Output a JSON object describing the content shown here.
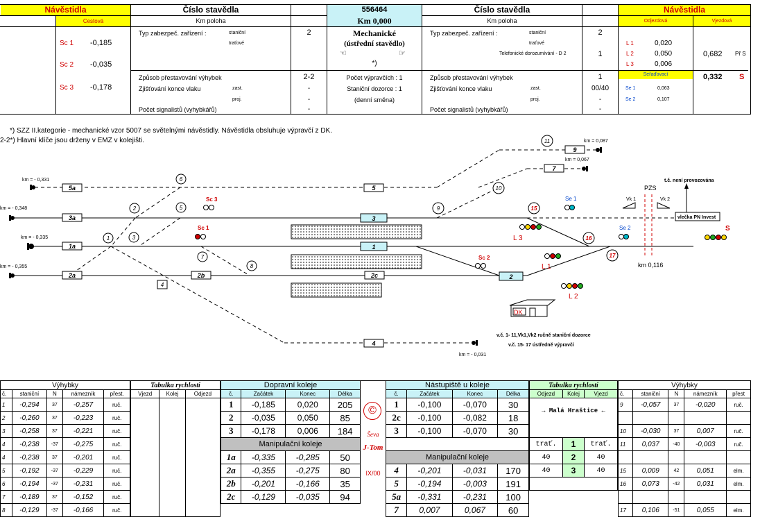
{
  "header": {
    "left_signals_title": "Návěstidla",
    "left_signals_sub": "Cestová",
    "station_no_title": "Číslo stavědla",
    "km_position": "Km poloha",
    "station_code": "556464",
    "station_km": "Km 0,000",
    "right_station_no_title": "Číslo stavědla",
    "right_km_position": "Km poloha",
    "right_signals_title": "Návěstidla",
    "right_departure": "Odjezdová",
    "right_entry": "Vjezdová",
    "right_shunting": "Seřaďovací",
    "left_signals": [
      {
        "name": "Sc 1",
        "km": "-0,185"
      },
      {
        "name": "Sc 2",
        "km": "-0,035"
      },
      {
        "name": "Sc 3",
        "km": "-0,178"
      }
    ],
    "security_label": "Typ zabezpeč.  zařízení :",
    "security_station": "staniční",
    "security_track": "traťové",
    "security_value": "2",
    "mech_title": "Mechanické",
    "mech_sub": "(ústřední stavědlo)",
    "mech_star": "*)",
    "switch_method": "Způsob  přestavování  výhybek",
    "switch_method_value": "2-2",
    "train_end": "Zjišťování  konce  vlaku",
    "train_end_zast": "zast.",
    "train_end_proj": "proj.",
    "train_end_val1": "-",
    "train_end_val2": "-",
    "signalmen": "Počet  signalistů  (vyhybkářů)",
    "signalmen_value": "-",
    "dispatchers": "Počet výpravčích  :  1",
    "station_supervision": "Staniční dozorce  :  1",
    "day_shift": "(denní směna)",
    "r_security_label": "Typ  zabezpeč.  zařízení :",
    "r_security_station": "staniční",
    "r_security_track": "traťové",
    "r_security_value": "2",
    "r_phone": "Telefonické dorozumívání - D 2",
    "r_phone_value": "1",
    "r_switch_method": "Způsob  přestavování  výhybek",
    "r_switch_value": "1",
    "r_train_end": "Zjišťování  konce  vlaku",
    "r_train_end_zast": "zast.",
    "r_train_end_proj": "proj.",
    "r_train_end_val1": "00/40",
    "r_train_end_val2": "-",
    "r_signalmen": "Počet  signalistů  (vyhybkářů)",
    "r_signalmen_value": "-",
    "departure_signals": [
      {
        "name": "L 1",
        "km": "0,020"
      },
      {
        "name": "L 2",
        "km": "0,050"
      },
      {
        "name": "L 3",
        "km": "0,006"
      }
    ],
    "entry_km": "0,682",
    "entry_name": "Př S",
    "shunt_signals": [
      {
        "name": "Se 1",
        "km": "0,063"
      },
      {
        "name": "Se 2",
        "km": "0,107"
      }
    ],
    "shunt_km": "0,332",
    "shunt_name": "S"
  },
  "notes": {
    "note1": "*)  SZZ II.kategorie - mechanické vzor 5007 se světelnými návěstidly. Návěstidla obsluhuje výpravčí z DK.",
    "note2": "2-2*)  Hlavní klíče jsou drženy v EMZ v kolejišti."
  },
  "diagram": {
    "track_labels": [
      "5a",
      "5",
      "3a",
      "3",
      "1a",
      "1",
      "2a",
      "2b",
      "2c",
      "2",
      "4",
      "7",
      "9"
    ],
    "switch_numbers": [
      "1",
      "2",
      "3",
      "4",
      "5",
      "6",
      "7",
      "8",
      "9",
      "10",
      "11",
      "15",
      "16",
      "17"
    ],
    "km_labels": {
      "k331": "km = - 0,331",
      "k348": "km = - 0,348",
      "k335": "km = - 0,335",
      "k355": "km = - 0,355",
      "k087": "km = 0,087",
      "k067": "km = 0,067",
      "k031": "km = - 0,031",
      "k116": "km 0,116"
    },
    "signals": {
      "sc1": "Sc 1",
      "sc2": "Sc 2",
      "sc3": "Sc 3",
      "se1": "Se 1",
      "se2": "Se 2",
      "l1": "L 1",
      "l2": "L 2",
      "l3": "L 3",
      "s": "S",
      "vk1": "Vk 1",
      "vk2": "Vk 2"
    },
    "pzs": "PZS",
    "not_operated": "t.č. není provozována",
    "siding": "vlečka PN Invest",
    "dk": "DK",
    "caption1": "v.č. 1- 11,Vk1,Vk2 ručně staniční dozorce",
    "caption2": "v.č. 15- 17 ústředně výpravčí"
  },
  "tables": {
    "left_switches_title": "Výhybky",
    "left_switch_headers": [
      "č.",
      "staniční",
      "N",
      "námezník",
      "přest."
    ],
    "left_switches": [
      [
        "1",
        "-0,294",
        "37",
        "-0,257",
        "ruč."
      ],
      [
        "2",
        "-0,260",
        "37",
        "-0,223",
        "ruč."
      ],
      [
        "3",
        "-0,258",
        "37",
        "-0,221",
        "ruč."
      ],
      [
        "4",
        "-0,238",
        "-37",
        "-0,275",
        "ruč."
      ],
      [
        "4",
        "-0,238",
        "37",
        "-0,201",
        "ruč."
      ],
      [
        "5",
        "-0,192",
        "-37",
        "-0,229",
        "ruč."
      ],
      [
        "6",
        "-0,194",
        "-37",
        "-0,231",
        "ruč."
      ],
      [
        "7",
        "-0,189",
        "37",
        "-0,152",
        "ruč."
      ],
      [
        "8",
        "-0,129",
        "-37",
        "-0,166",
        "ruč."
      ]
    ],
    "speed_title": "Tabulka  rychlostí",
    "speed_headers": [
      "Vjezd",
      "Kolej",
      "Odjezd"
    ],
    "transport_title": "Dopravní  koleje",
    "track_headers": [
      "č.",
      "Začátek",
      "Konec",
      "Délka"
    ],
    "transport_tracks": [
      [
        "1",
        "-0,185",
        "0,020",
        "205"
      ],
      [
        "2",
        "-0,035",
        "0,050",
        "85"
      ],
      [
        "3",
        "-0,178",
        "0,006",
        "184"
      ]
    ],
    "manip_title": "Manipulační koleje",
    "manip_tracks": [
      [
        "1a",
        "-0,335",
        "-0,285",
        "50"
      ],
      [
        "2a",
        "-0,355",
        "-0,275",
        "80"
      ],
      [
        "2b",
        "-0,201",
        "-0,166",
        "35"
      ],
      [
        "2c",
        "-0,129",
        "-0,035",
        "94"
      ]
    ],
    "stamp": "©",
    "sign1": "Ševa",
    "sign2": "J-Tom",
    "date": "IX/00",
    "platform_title": "Nástupiště u koleje",
    "platforms": [
      [
        "1",
        "-0,100",
        "-0,070",
        "30"
      ],
      [
        "2c",
        "-0,100",
        "-0,082",
        "18"
      ],
      [
        "3",
        "-0,100",
        "-0,070",
        "30"
      ]
    ],
    "manip_title2": "Manipulační koleje",
    "manip_tracks2": [
      [
        "4",
        "-0,201",
        "-0,031",
        "170"
      ],
      [
        "5",
        "-0,194",
        "-0,003",
        "191"
      ],
      [
        "5a",
        "-0,331",
        "-0,231",
        "100"
      ],
      [
        "7",
        "0,007",
        "0,067",
        "60"
      ]
    ],
    "speed2_title": "Tabulka  rychlostí",
    "speed2_headers": [
      "Odjezd",
      "Kolej",
      "Vjezd"
    ],
    "malahrastice": "→   Malá Hraštice  ←",
    "speed2_rows": [
      [
        "trať.",
        "1",
        "trať."
      ],
      [
        "40",
        "2",
        "40"
      ],
      [
        "40",
        "3",
        "40"
      ]
    ],
    "right_switches_title": "Výhybky",
    "right_switch_headers": [
      "č.",
      "staniční",
      "N",
      "námezník",
      "přest"
    ],
    "right_switches": [
      [
        "9",
        "-0,057",
        "37",
        "-0,020",
        "ruč."
      ],
      [
        "",
        "",
        "",
        "",
        ""
      ],
      [
        "10",
        "-0,030",
        "37",
        "0,007",
        "ruč."
      ],
      [
        "11",
        "0,037",
        "-40",
        "-0,003",
        "ruč."
      ],
      [
        "",
        "",
        "",
        "",
        ""
      ],
      [
        "15",
        "0,009",
        "42",
        "0,051",
        "elm."
      ],
      [
        "16",
        "0,073",
        "-42",
        "0,031",
        "elm."
      ],
      [
        "",
        "",
        "",
        "",
        ""
      ],
      [
        "17",
        "0,106",
        "-51",
        "0,055",
        "elm."
      ]
    ]
  }
}
